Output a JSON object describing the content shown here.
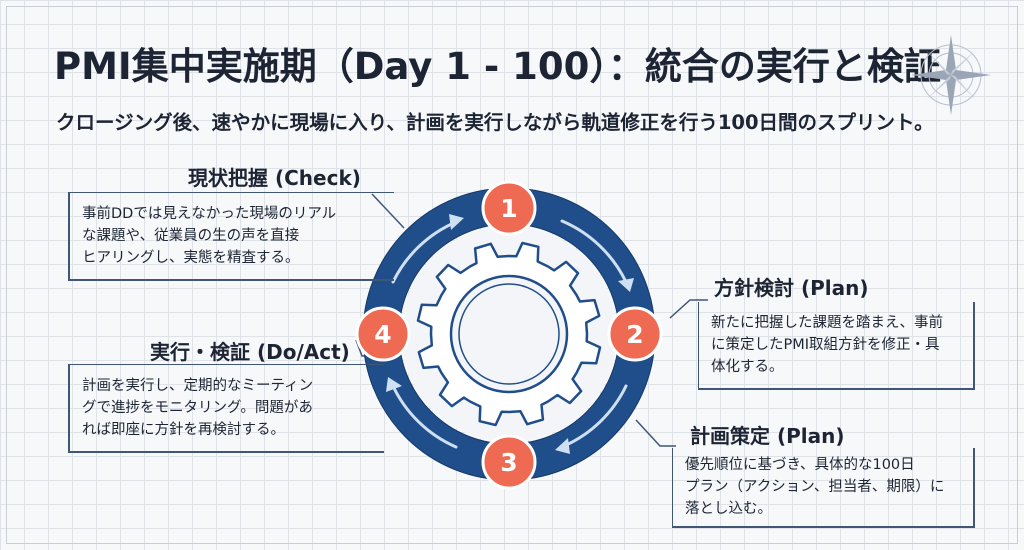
{
  "title": "PMI集中実施期（Day 1 - 100）：統合の実行と検証",
  "subtitle": "クロージング後、速やかに現場に入り、計画を実行しながら軌道修正を行う100日間のスプリント。",
  "colors": {
    "ring": "#1f4e8a",
    "node": "#ee6a52",
    "text": "#1d2433",
    "line": "#3f5677"
  },
  "stages": [
    {
      "number": "1",
      "title": "現状把握 (Check)",
      "lines": [
        "事前DDでは見えなかった現場のリアル",
        "な課題や、従業員の生の声を直接",
        "ヒアリングし、実態を精査する。"
      ]
    },
    {
      "number": "2",
      "title": "方針検討 (Plan)",
      "lines": [
        "新たに把握した課題を踏まえ、事前",
        "に策定したPMI取組方針を修正・具",
        "体化する。"
      ]
    },
    {
      "number": "3",
      "title": "計画策定 (Plan)",
      "lines": [
        "優先順位に基づき、具体的な100日",
        "プラン（アクション、担当者、期限）に",
        "落とし込む。"
      ]
    },
    {
      "number": "4",
      "title": "実行・検証 (Do/Act)",
      "lines": [
        "計画を実行し、定期的なミーティン",
        "グで進捗をモニタリング。問題があ",
        "れば即座に方針を再検討する。"
      ]
    }
  ],
  "icons": {
    "center": "gear-icon",
    "decor": "compass-rose-icon"
  }
}
